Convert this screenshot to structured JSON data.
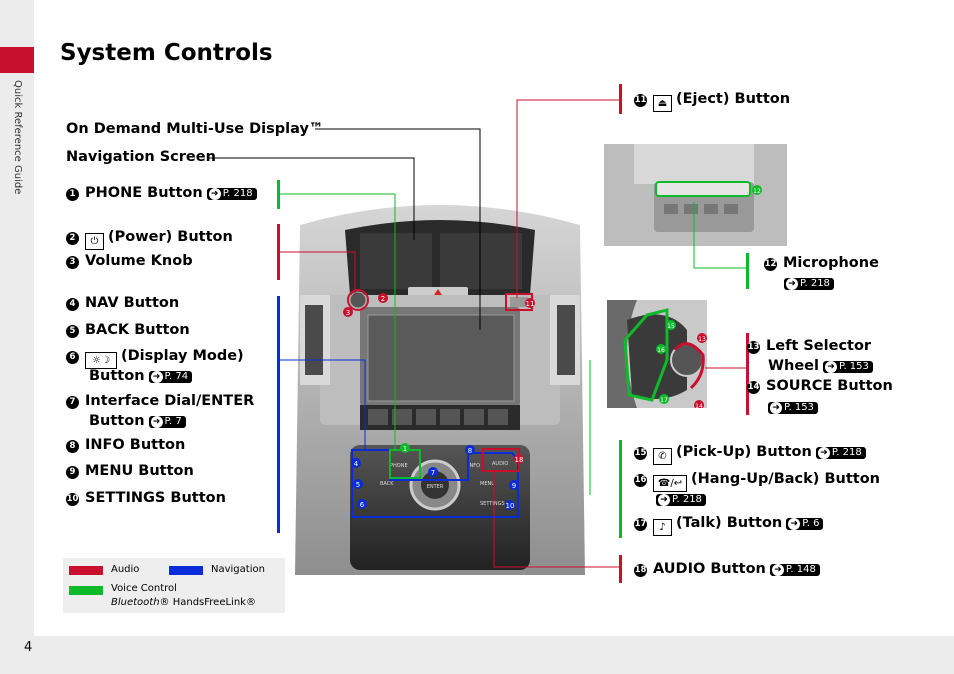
{
  "page": {
    "title": "System Controls",
    "side_label": "Quick Reference Guide",
    "page_number": "4"
  },
  "callouts": {
    "odmd": {
      "label": "On Demand Multi-Use Display™"
    },
    "nav_screen": {
      "label": "Navigation Screen"
    },
    "phone": {
      "num": "1",
      "label": "PHONE Button",
      "ref": "P. 218"
    },
    "power": {
      "num": "2",
      "label": "(Power) Button"
    },
    "volume": {
      "num": "3",
      "label": "Volume Knob"
    },
    "nav": {
      "num": "4",
      "label": "NAV Button"
    },
    "back": {
      "num": "5",
      "label": "BACK Button"
    },
    "display": {
      "num": "6",
      "label": "(Display Mode)",
      "label2": "Button",
      "ref": "P. 74"
    },
    "dial": {
      "num": "7",
      "label": "Interface Dial/ENTER",
      "label2": "Button",
      "ref": "P. 7"
    },
    "info": {
      "num": "8",
      "label": "INFO Button"
    },
    "menu": {
      "num": "9",
      "label": "MENU Button"
    },
    "settings": {
      "num": "10",
      "label": "SETTINGS Button"
    },
    "eject": {
      "num": "11",
      "label": "(Eject) Button"
    },
    "mic": {
      "num": "12",
      "label": "Microphone",
      "ref": "P. 218"
    },
    "left_sel": {
      "num": "13",
      "label": "Left Selector",
      "label2": "Wheel",
      "ref": "P. 153"
    },
    "source": {
      "num": "14",
      "label": "SOURCE Button",
      "ref": "P. 153"
    },
    "pickup": {
      "num": "15",
      "label": "(Pick-Up) Button",
      "ref": "P. 218"
    },
    "hangup": {
      "num": "16",
      "label": "(Hang-Up/Back) Button",
      "ref": "P. 218"
    },
    "talk": {
      "num": "17",
      "label": "(Talk) Button",
      "ref": "P. 6"
    },
    "audio": {
      "num": "18",
      "label": "AUDIO Button",
      "ref": "P. 148"
    }
  },
  "legend": {
    "audio": "Audio",
    "navigation": "Navigation",
    "voice1": "Voice Control",
    "voice2_italic": "Bluetooth",
    "voice2_rest": "® HandsFreeLink®"
  },
  "console_text": {
    "enter": "ENTER",
    "settings": "SETTINGS",
    "menu": "MENU",
    "info": "INFO",
    "back": "BACK",
    "audio": "AUDIO",
    "phone": "PHONE"
  },
  "colors": {
    "audio": "#c8102e",
    "navigation": "#0a2bd8",
    "voice": "#0fba2a"
  }
}
